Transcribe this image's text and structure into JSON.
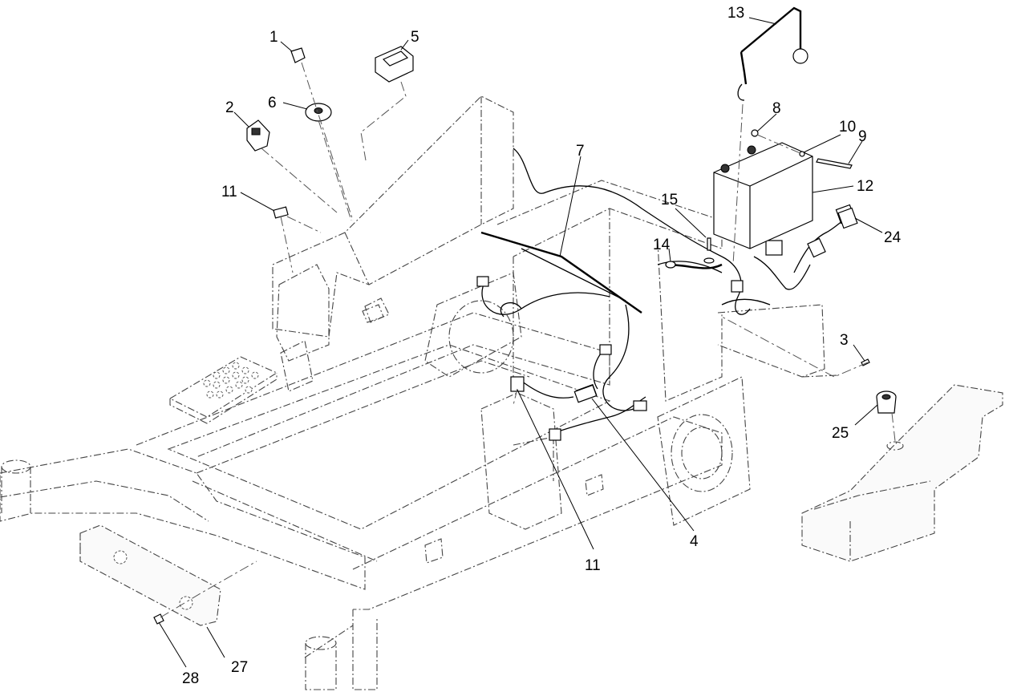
{
  "callouts": [
    {
      "id": "1",
      "label": "1"
    },
    {
      "id": "2",
      "label": "2"
    },
    {
      "id": "3",
      "label": "3"
    },
    {
      "id": "4",
      "label": "4"
    },
    {
      "id": "5",
      "label": "5"
    },
    {
      "id": "6",
      "label": "6"
    },
    {
      "id": "7",
      "label": "7"
    },
    {
      "id": "8",
      "label": "8"
    },
    {
      "id": "9",
      "label": "9"
    },
    {
      "id": "10",
      "label": "10"
    },
    {
      "id": "11a",
      "label": "11"
    },
    {
      "id": "11b",
      "label": "11"
    },
    {
      "id": "12",
      "label": "12"
    },
    {
      "id": "13",
      "label": "13"
    },
    {
      "id": "14",
      "label": "14"
    },
    {
      "id": "15",
      "label": "15"
    },
    {
      "id": "24",
      "label": "24"
    },
    {
      "id": "25",
      "label": "25"
    },
    {
      "id": "27",
      "label": "27"
    },
    {
      "id": "28",
      "label": "28"
    }
  ]
}
